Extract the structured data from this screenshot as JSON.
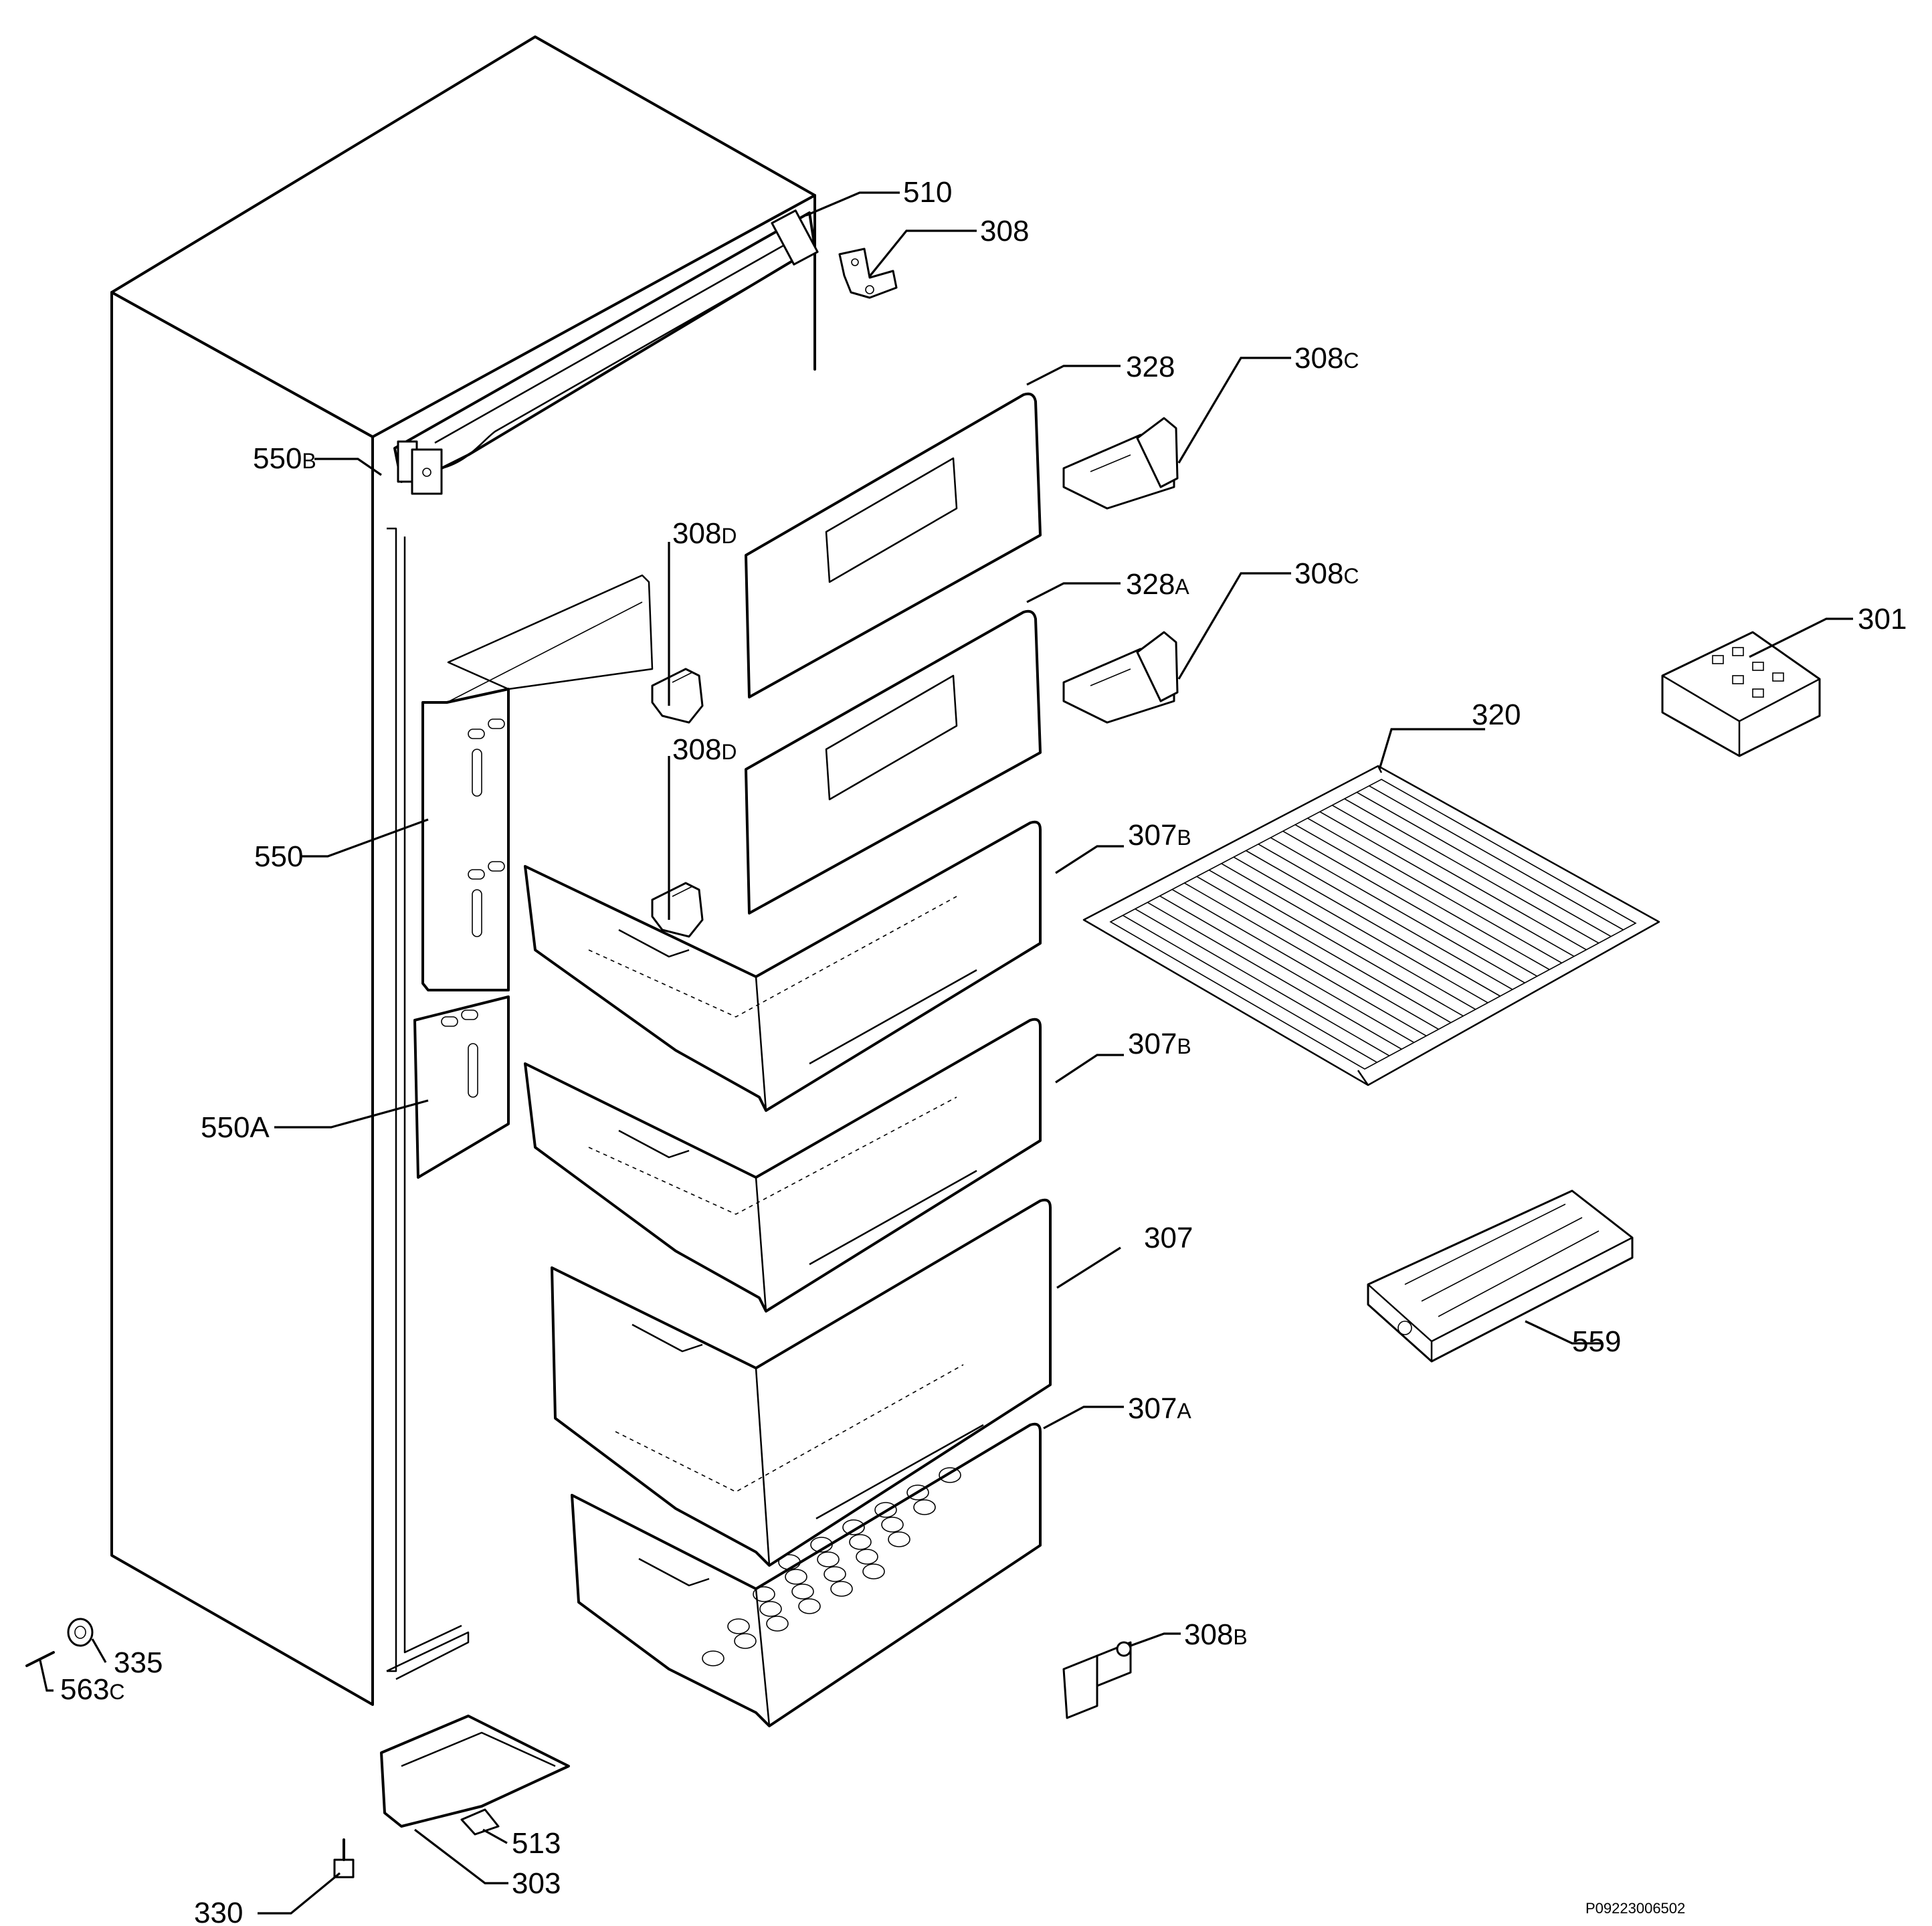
{
  "parts": [
    {
      "id": "510",
      "num": "510",
      "suffix": ""
    },
    {
      "id": "308",
      "num": "308",
      "suffix": ""
    },
    {
      "id": "328",
      "num": "328",
      "suffix": ""
    },
    {
      "id": "308c-top",
      "num": "308",
      "suffix": "C"
    },
    {
      "id": "550b",
      "num": "550",
      "suffix": "B"
    },
    {
      "id": "308d-top",
      "num": "308",
      "suffix": "D"
    },
    {
      "id": "328a",
      "num": "328",
      "suffix": "A"
    },
    {
      "id": "308c-bottom",
      "num": "308",
      "suffix": "C"
    },
    {
      "id": "301",
      "num": "301",
      "suffix": ""
    },
    {
      "id": "308d-bottom",
      "num": "308",
      "suffix": "D"
    },
    {
      "id": "320",
      "num": "320",
      "suffix": ""
    },
    {
      "id": "550",
      "num": "550",
      "suffix": ""
    },
    {
      "id": "307b-top",
      "num": "307",
      "suffix": "B"
    },
    {
      "id": "307b-bottom",
      "num": "307",
      "suffix": "B"
    },
    {
      "id": "550a",
      "num": "550A",
      "suffix": ""
    },
    {
      "id": "307",
      "num": "307",
      "suffix": ""
    },
    {
      "id": "559",
      "num": "559",
      "suffix": ""
    },
    {
      "id": "307a",
      "num": "307",
      "suffix": "A"
    },
    {
      "id": "335",
      "num": "335",
      "suffix": ""
    },
    {
      "id": "563c",
      "num": "563",
      "suffix": "C"
    },
    {
      "id": "308b",
      "num": "308",
      "suffix": "B"
    },
    {
      "id": "513",
      "num": "513",
      "suffix": ""
    },
    {
      "id": "303",
      "num": "303",
      "suffix": ""
    },
    {
      "id": "330",
      "num": "330",
      "suffix": ""
    }
  ],
  "drawing_code": "P09223006502"
}
